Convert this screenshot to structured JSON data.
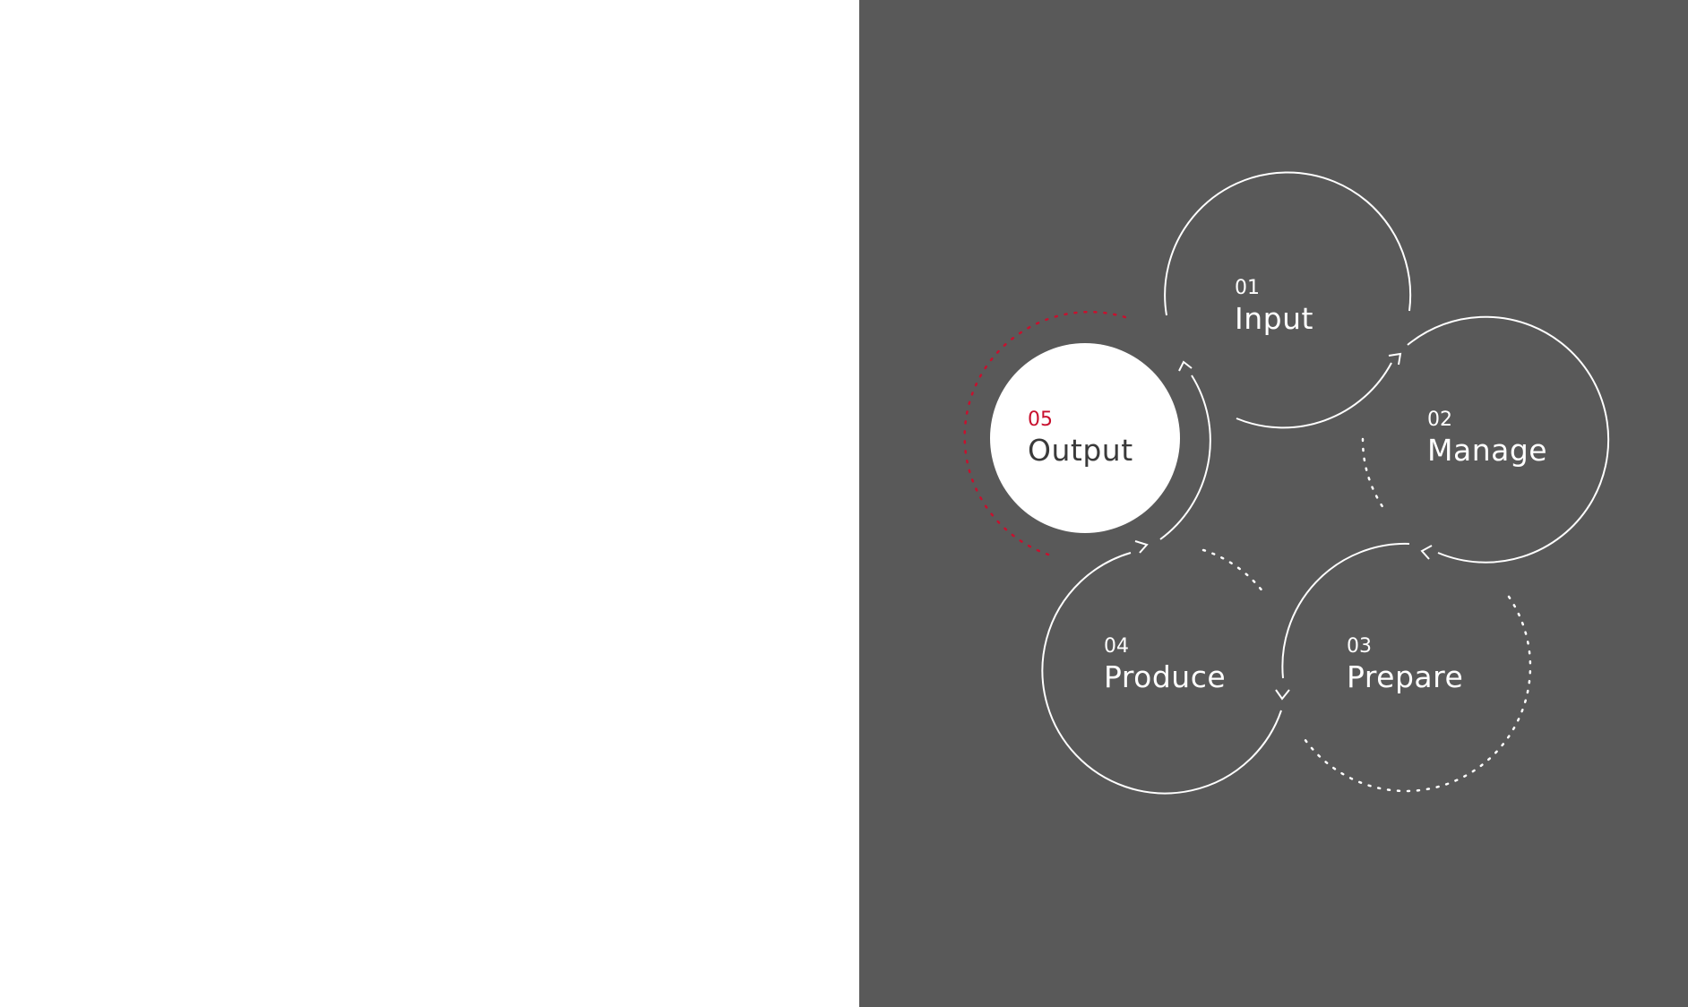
{
  "steps": [
    {
      "number": "01",
      "label": "Input"
    },
    {
      "number": "02",
      "label": "Manage"
    },
    {
      "number": "03",
      "label": "Prepare"
    },
    {
      "number": "04",
      "label": "Produce"
    },
    {
      "number": "05",
      "label": "Output"
    }
  ],
  "active_step": "05",
  "colors": {
    "background": "#595959",
    "line": "#ffffff",
    "accent": "#c8102e",
    "active_fill": "#ffffff",
    "active_text": "#3a3a3a"
  }
}
